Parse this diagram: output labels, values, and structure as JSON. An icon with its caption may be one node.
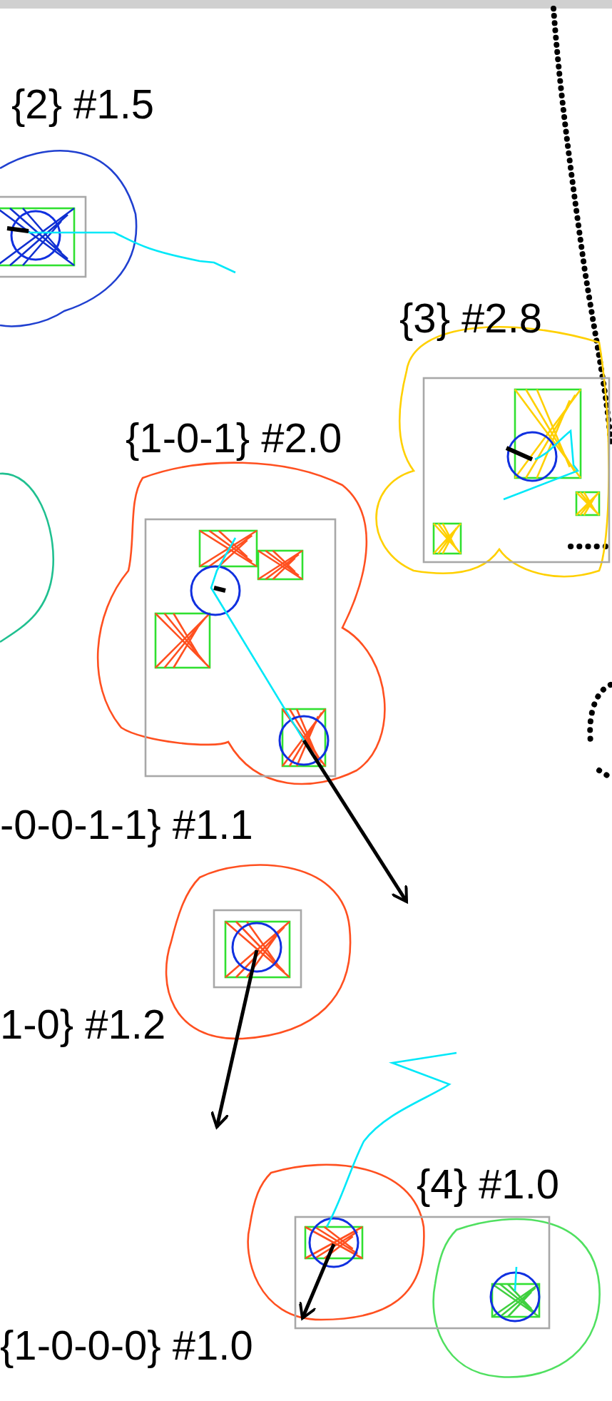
{
  "diagram": {
    "labels": [
      "{2} #1.5",
      "{3} #2.8",
      "{1-0-1} #2.0",
      "-0-0-1-1} #1.1",
      "1-0} #1.2",
      "{4} #1.0",
      "{1-0-0-0} #1.0"
    ]
  }
}
